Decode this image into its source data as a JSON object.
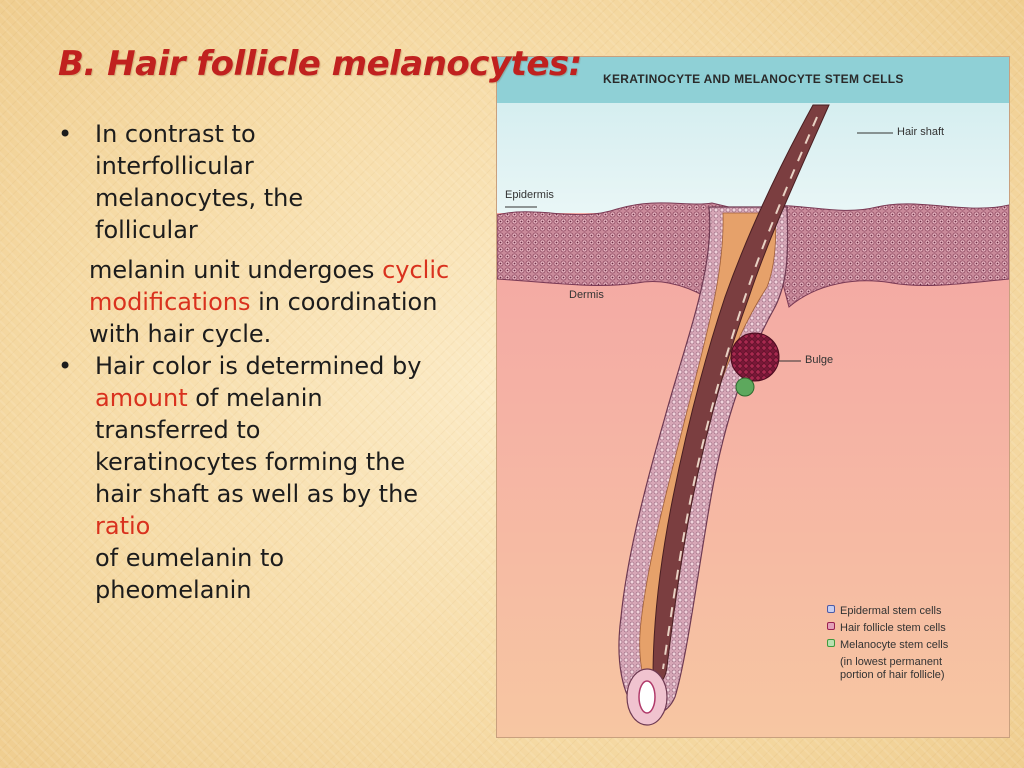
{
  "title": "B. Hair follicle melanocytes:",
  "bullets": {
    "b1": {
      "l1": "In contrast to",
      "l2": "interfollicular",
      "l3": "melanocytes, the",
      "l4": "follicular",
      "l5a": "melanin unit undergoes ",
      "l5b": "cyclic",
      "l6a": "modifications",
      "l6b": " in coordination",
      "l7": "with hair cycle."
    },
    "b2": {
      "l1": "Hair color is determined by",
      "l2a": "amount",
      "l2b": " of melanin",
      "l3": "transferred to",
      "l4": "keratinocytes forming the",
      "l5": "hair shaft as well as by the",
      "l6": "ratio",
      "l7": "of eumelanin to",
      "l8": "pheomelanin"
    }
  },
  "figure": {
    "title": "KERATINOCYTE AND MELANOCYTE STEM CELLS",
    "labels": {
      "hair_shaft": "Hair shaft",
      "epidermis": "Epidermis",
      "dermis": "Dermis",
      "bulge": "Bulge"
    },
    "legend": {
      "epidermal": "Epidermal stem cells",
      "follicle": "Hair follicle stem cells",
      "melanocyte": "Melanocyte stem cells",
      "note1": "(in lowest permanent",
      "note2": "portion of hair follicle)"
    },
    "colors": {
      "epidermal": "#4a5aa8",
      "follicle": "#9a2050",
      "melanocyte": "#3e9a3e"
    }
  }
}
